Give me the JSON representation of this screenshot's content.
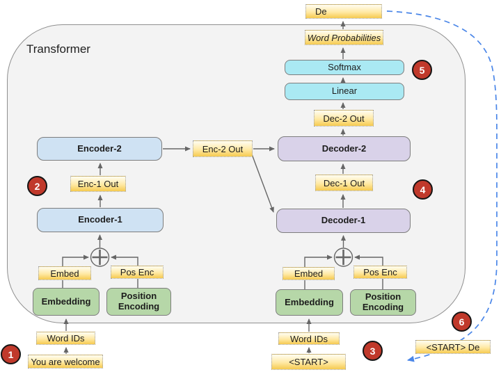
{
  "title": "Transformer",
  "steps": [
    "1",
    "2",
    "3",
    "4",
    "5",
    "6"
  ],
  "encoder": {
    "input_text": "You are welcome",
    "word_ids": "Word IDs",
    "embedding": "Embedding",
    "position_encoding": "Position Encoding",
    "embed_note": "Embed",
    "pos_enc_note": "Pos Enc",
    "encoder1": "Encoder-1",
    "enc1_out": "Enc-1 Out",
    "encoder2": "Encoder-2",
    "enc2_out": "Enc-2 Out"
  },
  "decoder": {
    "input_token": "<START>",
    "word_ids": "Word IDs",
    "embedding": "Embedding",
    "position_encoding": "Position Encoding",
    "embed_note": "Embed",
    "pos_enc_note": "Pos Enc",
    "decoder1": "Decoder-1",
    "dec1_out": "Dec-1 Out",
    "decoder2": "Decoder-2",
    "dec2_out": "Dec-2 Out"
  },
  "head": {
    "linear": "Linear",
    "softmax": "Softmax",
    "word_probabilities": "Word Probabilities",
    "output_token": "De"
  },
  "feedback": {
    "next_input": "<START> De"
  },
  "colors": {
    "encoder_box": "#cfe2f3",
    "decoder_box": "#d9d2e9",
    "head_box": "#aae9f3",
    "embedding_box": "#b6d7a8",
    "note_fill": "#ffd966",
    "badge": "#c0392b",
    "arrow": "#666666",
    "feedback_arrow": "#4a86e8",
    "container_fill": "#f3f3f3"
  }
}
